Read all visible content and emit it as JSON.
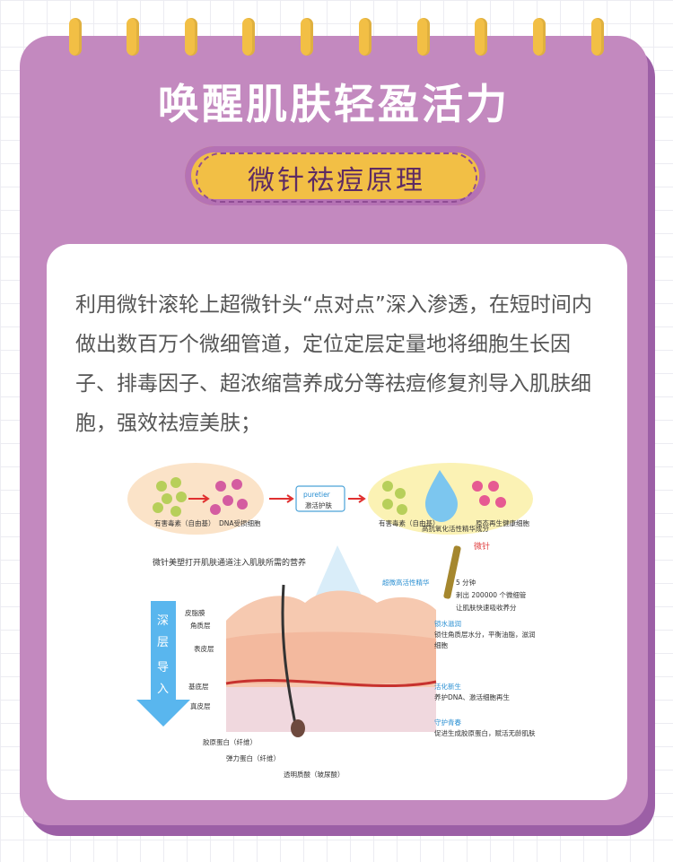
{
  "title": "唤醒肌肤轻盈活力",
  "badge": "微针祛痘原理",
  "description": "利用微针滚轮上超微针头“点对点”深入渗透，在短时间内做出数百万个微细管道，定位定层定量地将细胞生长因子、排毒因子、超浓缩营养成分等祛痘修复剂导入肌肤细胞，强效祛痘美肤；",
  "diagram": {
    "top_left_caption": "有害毒素（自由基）",
    "dna_caption": "DNA受损细胞",
    "product_brand": "puretier",
    "product_caption": "激活护肤",
    "top_right_caption": "有害毒素（自由基）",
    "drop_caption": "高抗氧化活性精华成分",
    "healthy_caption": "原态再生健康细胞",
    "channel_caption": "微针美塑打开肌肤通道注入肌肤所需的营养",
    "active_caption": "超微高活性精华",
    "needle_label": "微针",
    "needle_lines": [
      "5 分钟",
      "刺出 200000 个微细管",
      "让肌肤快速吸收养分"
    ],
    "arrow_chars": [
      "深",
      "层",
      "导",
      "入"
    ],
    "layers": [
      "皮脂膜",
      "角质层",
      "表皮层",
      "基底层",
      "真皮层"
    ],
    "bottom_labels": [
      "胶原蛋白（纤维）",
      "弹力蛋白（纤维）",
      "透明质酸（玻尿酸）"
    ],
    "benefits": [
      {
        "title": "锁水滋润",
        "text_lines": [
          "锁住角质层水分，平衡油脂，滋润",
          "细胞"
        ]
      },
      {
        "title": "活化新生",
        "text_lines": [
          "养护DNA、激活细胞再生"
        ]
      },
      {
        "title": "守护青春",
        "text_lines": [
          "促进生成胶原蛋白，赋活无龄肌肤"
        ]
      }
    ]
  },
  "colors": {
    "card": "#c389bf",
    "ring": "#f2bf45",
    "badge": "#f2bf45",
    "badge_text": "#5e2b63",
    "accent_blue": "#2a8fd2"
  }
}
